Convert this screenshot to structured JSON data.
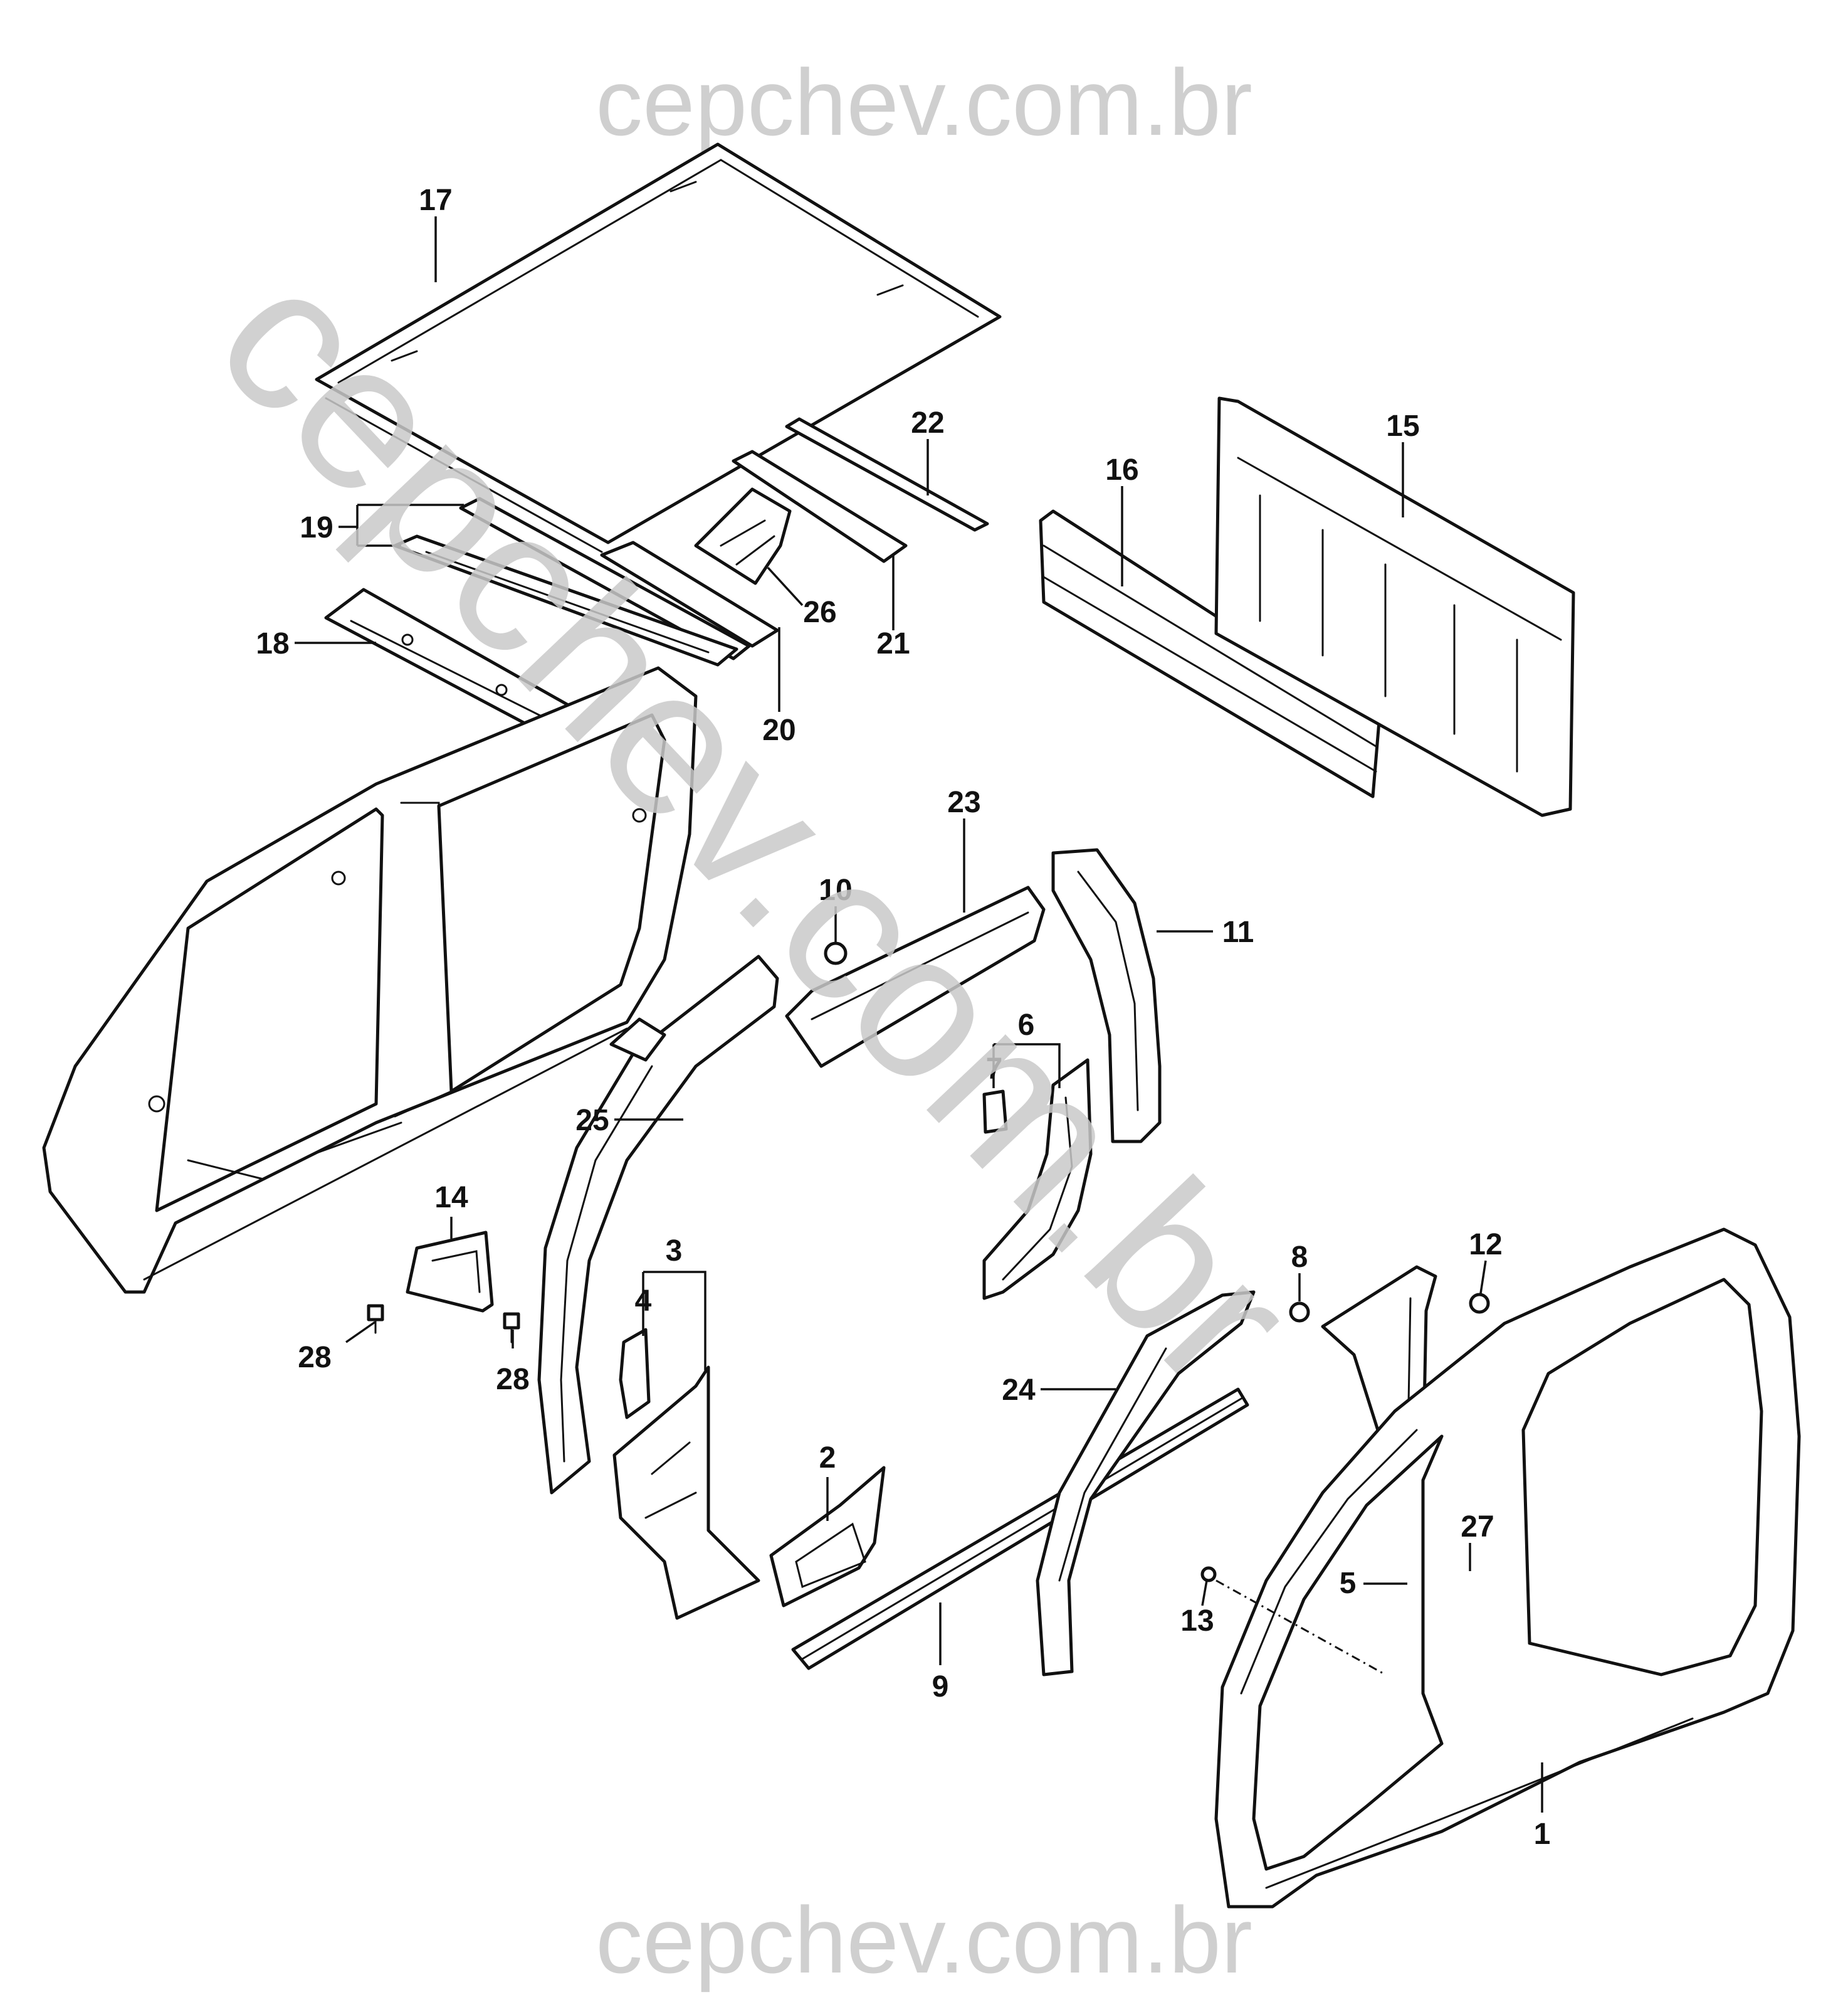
{
  "watermark": {
    "text": "cepchev.com.br",
    "color": "#c9c9c9"
  },
  "callouts": [
    {
      "id": "c1",
      "label": "1"
    },
    {
      "id": "c2",
      "label": "2"
    },
    {
      "id": "c3",
      "label": "3"
    },
    {
      "id": "c4",
      "label": "4"
    },
    {
      "id": "c5",
      "label": "5"
    },
    {
      "id": "c6",
      "label": "6"
    },
    {
      "id": "c7",
      "label": "7"
    },
    {
      "id": "c8",
      "label": "8"
    },
    {
      "id": "c9",
      "label": "9"
    },
    {
      "id": "c10",
      "label": "10"
    },
    {
      "id": "c11",
      "label": "11"
    },
    {
      "id": "c12",
      "label": "12"
    },
    {
      "id": "c13",
      "label": "13"
    },
    {
      "id": "c14",
      "label": "14"
    },
    {
      "id": "c15",
      "label": "15"
    },
    {
      "id": "c16",
      "label": "16"
    },
    {
      "id": "c17",
      "label": "17"
    },
    {
      "id": "c18",
      "label": "18"
    },
    {
      "id": "c19",
      "label": "19"
    },
    {
      "id": "c20",
      "label": "20"
    },
    {
      "id": "c21",
      "label": "21"
    },
    {
      "id": "c22",
      "label": "22"
    },
    {
      "id": "c23",
      "label": "23"
    },
    {
      "id": "c24",
      "label": "24"
    },
    {
      "id": "c25",
      "label": "25"
    },
    {
      "id": "c26",
      "label": "26"
    },
    {
      "id": "c27",
      "label": "27"
    },
    {
      "id": "c28a",
      "label": "28"
    },
    {
      "id": "c28b",
      "label": "28"
    }
  ]
}
